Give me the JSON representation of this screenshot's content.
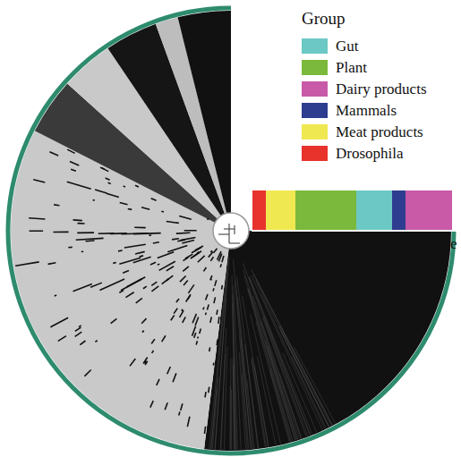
{
  "diagram": {
    "labels": [
      "Group",
      "e"
    ],
    "legend": [
      {
        "text": "Gut",
        "color": "#6cc8c4"
      },
      {
        "text": "Plant",
        "color": "#7ab93b"
      },
      {
        "text": "Dairy products",
        "color": "#c85aa8"
      },
      {
        "text": "Mammals",
        "color": "#2e3d8f"
      },
      {
        "text": "Meat products",
        "color": "#f0e850"
      },
      {
        "text": "Drosophila",
        "color": "#e8322c"
      }
    ]
  }
}
